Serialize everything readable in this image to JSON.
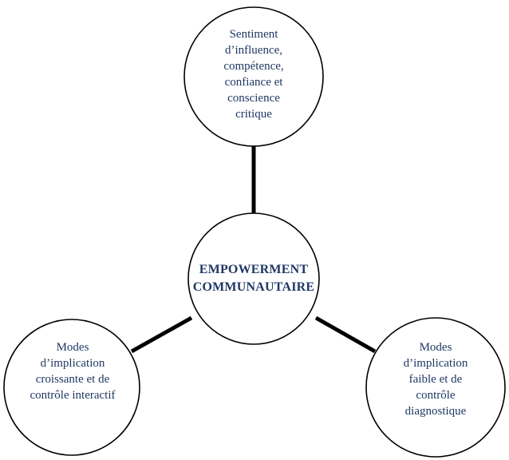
{
  "diagram": {
    "center": {
      "label": "EMPOWERMENT\nCOMMUNAUTAIRE"
    },
    "nodes": {
      "top": {
        "label": "Sentiment\nd’influence,\ncompétence,\nconfiance et\nconscience\ncritique"
      },
      "left": {
        "label": "Modes\nd’implication\ncroissante et de\ncontrôle interactif"
      },
      "right": {
        "label": "Modes\nd’implication\nfaible et de\ncontrôle\ndiagnostique"
      }
    },
    "colors": {
      "text": "#1f3864",
      "stroke": "#000000",
      "fill": "#ffffff"
    }
  }
}
